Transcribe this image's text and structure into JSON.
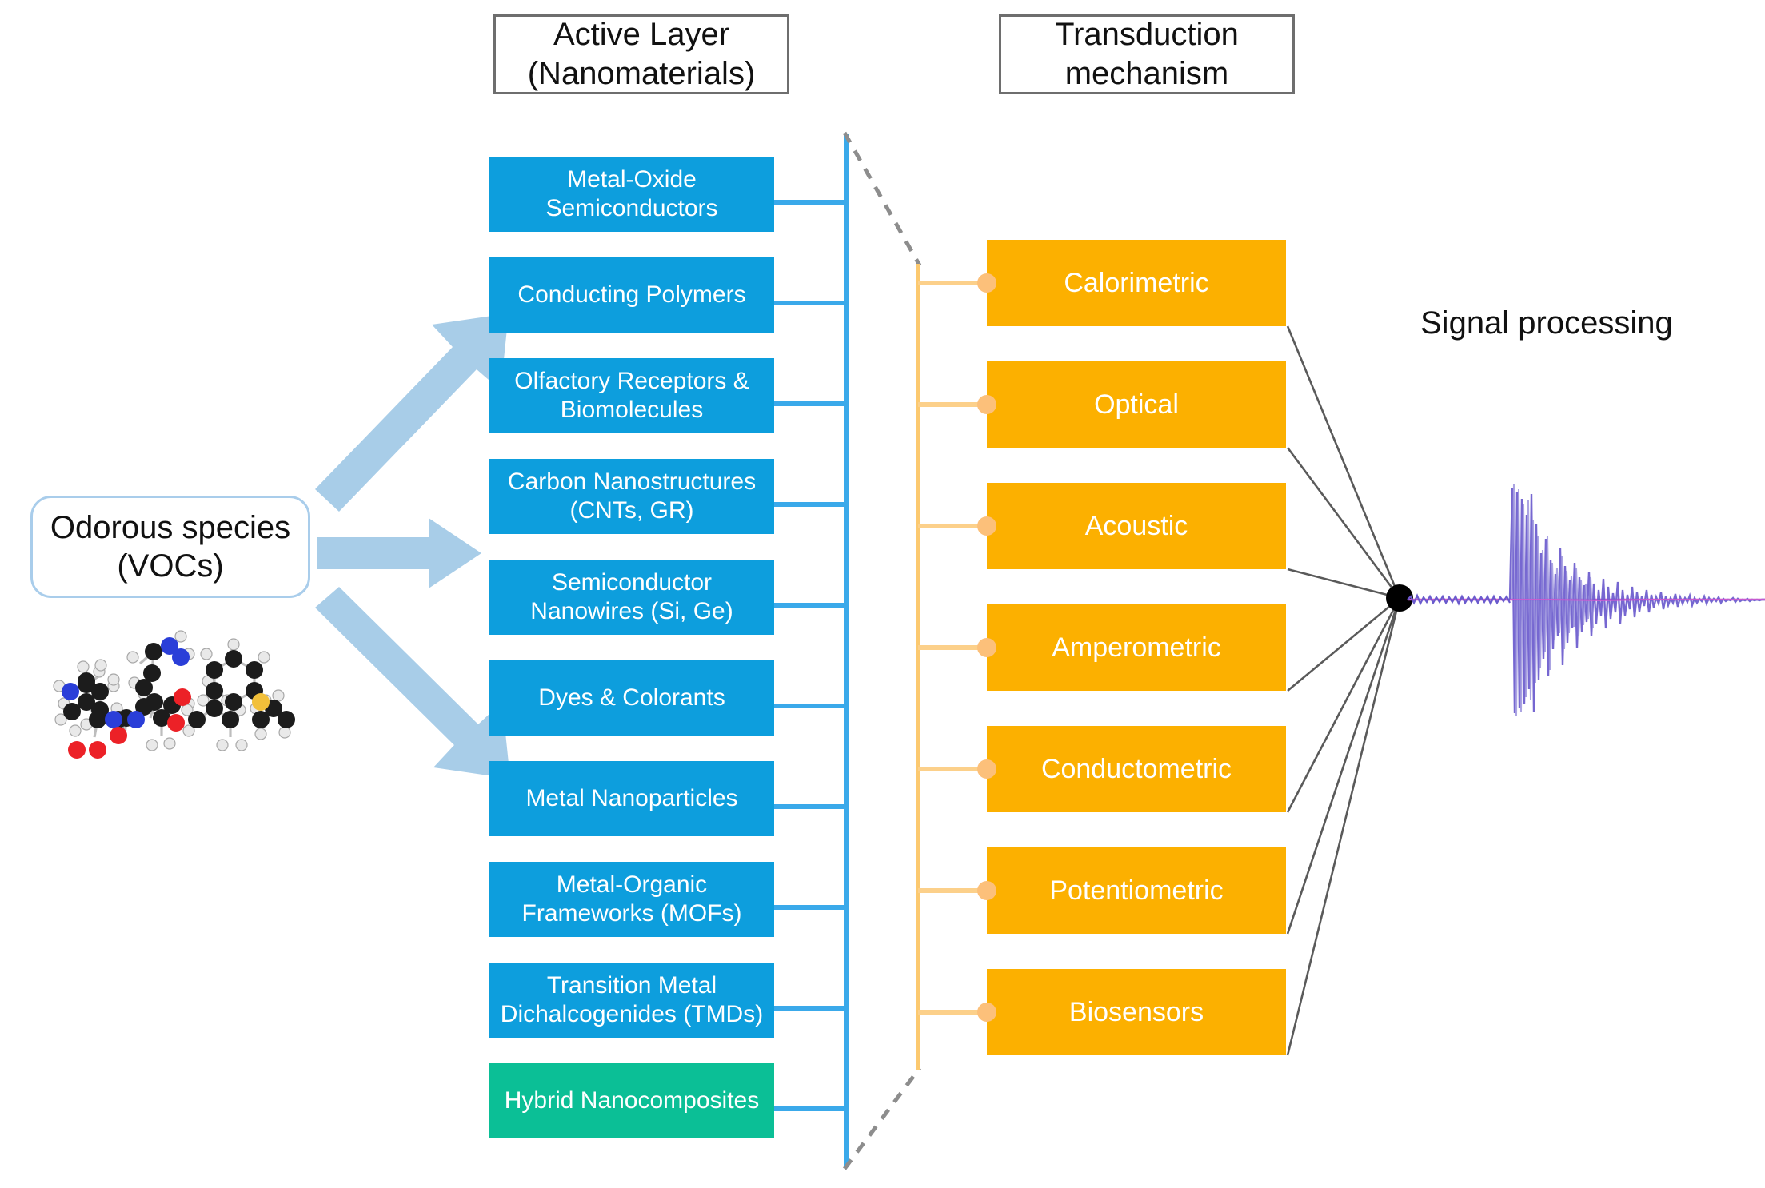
{
  "diagram": {
    "title": "Odorous species to transduction to signal processing pipeline",
    "headers": [
      {
        "line1": "Active Layer",
        "line2": "(Nanomaterials)"
      },
      {
        "line1": "Transduction",
        "line2": "mechanism"
      }
    ],
    "source": {
      "line1": "Odorous species",
      "line2": "(VOCs)",
      "molecules_caption": "ball-and-stick VOC molecule models"
    },
    "active_layer": [
      {
        "line1": "Metal-Oxide",
        "line2": "Semiconductors",
        "color": "#0d9edd"
      },
      {
        "line1": "Conducting Polymers",
        "line2": "",
        "color": "#0d9edd"
      },
      {
        "line1": "Olfactory Receptors &",
        "line2": "Biomolecules",
        "color": "#0d9edd"
      },
      {
        "line1": "Carbon Nanostructures",
        "line2": "(CNTs, GR)",
        "color": "#0d9edd"
      },
      {
        "line1": "Semiconductor",
        "line2": "Nanowires (Si, Ge)",
        "color": "#0d9edd"
      },
      {
        "line1": "Dyes & Colorants",
        "line2": "",
        "color": "#0d9edd"
      },
      {
        "line1": "Metal Nanoparticles",
        "line2": "",
        "color": "#0d9edd"
      },
      {
        "line1": "Metal-Organic",
        "line2": "Frameworks (MOFs)",
        "color": "#0d9edd"
      },
      {
        "line1": "Transition Metal",
        "line2": "Dichalcogenides (TMDs)",
        "color": "#0d9edd"
      },
      {
        "line1": "Hybrid Nanocomposites",
        "line2": "",
        "color": "#0bbf96"
      }
    ],
    "transduction": [
      {
        "label": "Calorimetric"
      },
      {
        "label": "Optical"
      },
      {
        "label": "Acoustic"
      },
      {
        "label": "Amperometric"
      },
      {
        "label": "Conductometric"
      },
      {
        "label": "Potentiometric"
      },
      {
        "label": "Biosensors"
      }
    ],
    "output": {
      "title": "Signal processing",
      "waveform": "damped oscillation trace"
    },
    "colors": {
      "blue_box": "#0d9edd",
      "green_box": "#0bbf96",
      "orange_box": "#fcb000",
      "blue_line": "#3aa9ea",
      "orange_line": "#fcd08a",
      "arrow_blue": "#a8cde8",
      "header_border": "#6e6e6e",
      "waveform": "#6a5acd",
      "waveform_center": "#cc44cc",
      "hub": "#000000"
    }
  }
}
